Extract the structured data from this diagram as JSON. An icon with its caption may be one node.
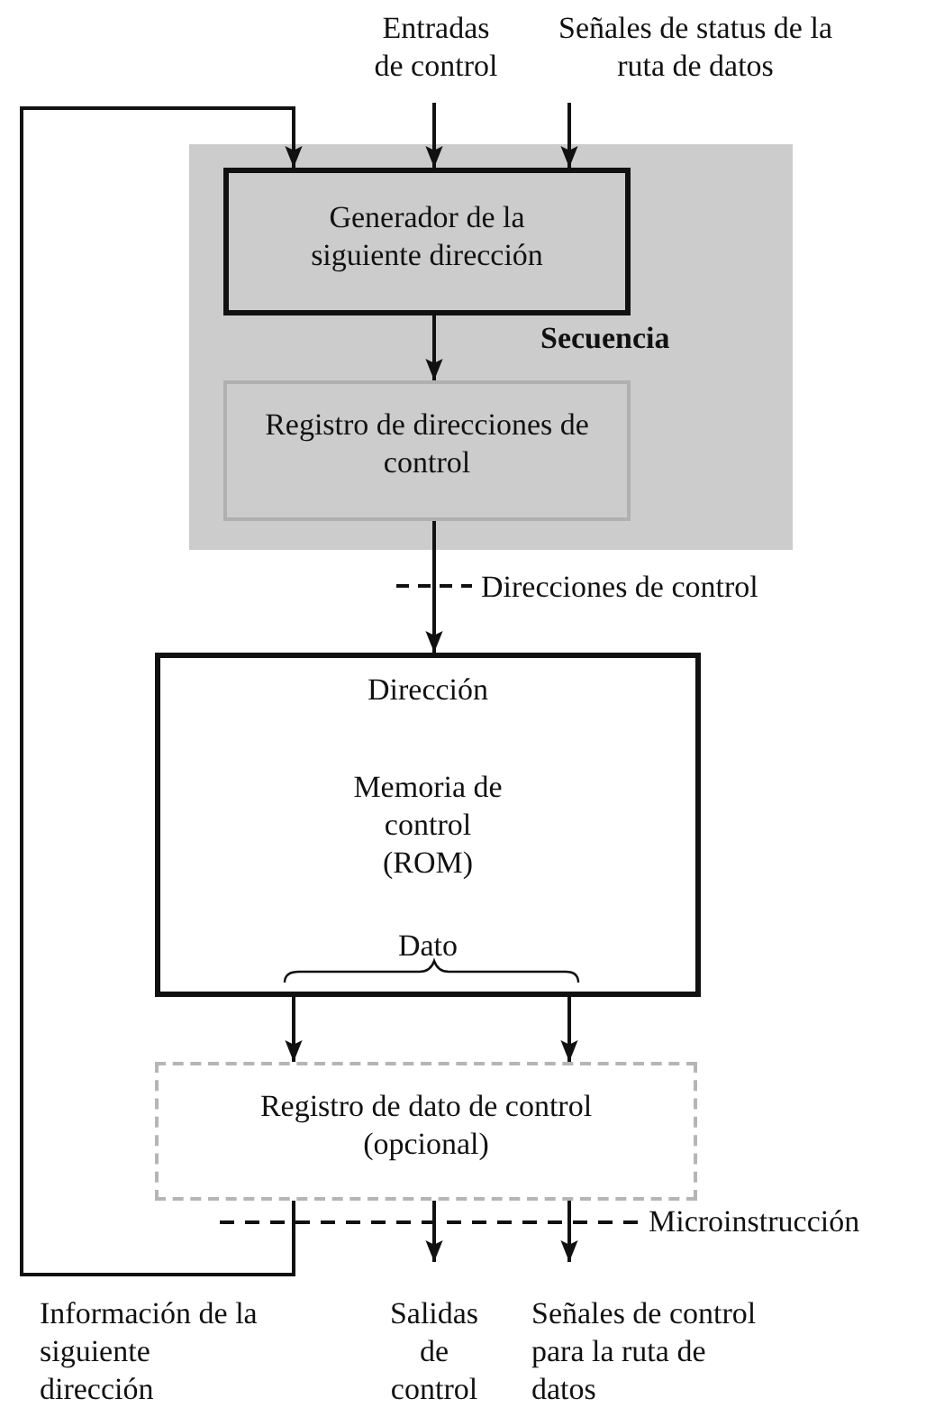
{
  "diagram": {
    "nodes": [
      {
        "text": [
          "Secuencia"
        ]
      },
      {
        "text": [
          "Generador de la siguiente dirección"
        ],
        "in": 0
      },
      {
        "text": [
          "Registro de direcciones de control"
        ],
        "in": 0
      },
      {
        "text": [
          "Dirección",
          "Memoria de control (ROM)",
          "Dato"
        ]
      },
      {
        "text": [
          "Registro de dato de control (opcional)"
        ]
      },
      {
        "text": [
          "Entradas de control"
        ]
      },
      {
        "text": [
          "Señales de status de la ruta de datos"
        ]
      },
      {
        "text": [
          "Salidas de control"
        ]
      },
      {
        "text": [
          "Señales de control para la ruta de datos"
        ]
      }
    ],
    "edges": [
      {
        "from": 5,
        "to": 1,
        "arrow": "to"
      },
      {
        "from": 6,
        "to": 1,
        "arrow": "to"
      },
      {
        "from": 4,
        "to": 1,
        "arrow": "to"
      },
      {
        "from": 1,
        "to": 2,
        "arrow": "to"
      },
      {
        "from": 2,
        "to": 3,
        "arrow": "to"
      },
      {
        "from": 3,
        "to": 4,
        "arrow": "to"
      },
      {
        "from": 3,
        "to": 4,
        "arrow": "to"
      },
      {
        "from": 4,
        "to": 7,
        "arrow": "to"
      },
      {
        "from": 4,
        "to": 8,
        "arrow": "to"
      }
    ],
    "labels": [
      "Direcciones de control",
      "Microinstrucción",
      "Información de la siguiente dirección"
    ]
  }
}
